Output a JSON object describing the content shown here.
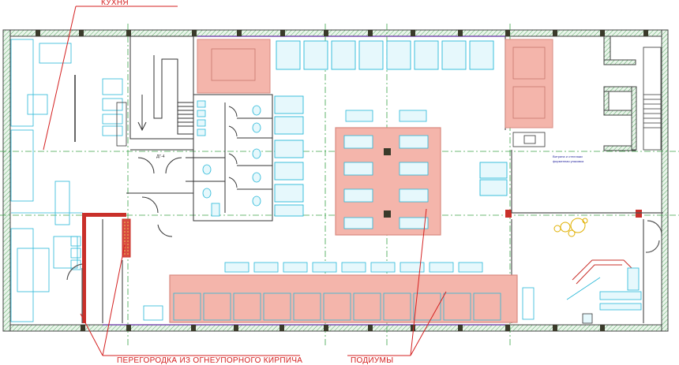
{
  "labels": {
    "kitchen": "КУХНЯ",
    "partition": "ПЕРЕГОРОДКА ИЗ ОГНЕУПОРНОГО КИРПИЧА",
    "podiums": "ПОДИУМЫ",
    "door_tag": "ДГ-4",
    "note_line1": "Витрина и стеллажи",
    "note_line2": "фирменная упаковка"
  },
  "colors": {
    "wall": "#4a4a4a",
    "wall_hatch": "#8fc79a",
    "furniture": "#29b8d8",
    "furniture_fill": "#e6f8fc",
    "podium_fill": "#f4b5ab",
    "podium_stroke": "#d98a80",
    "axis": "#3ca34a",
    "leader": "#d42020",
    "fire_wall": "#c9302a",
    "column": "#3a3a2a",
    "window_line": "#7a4fb0"
  }
}
